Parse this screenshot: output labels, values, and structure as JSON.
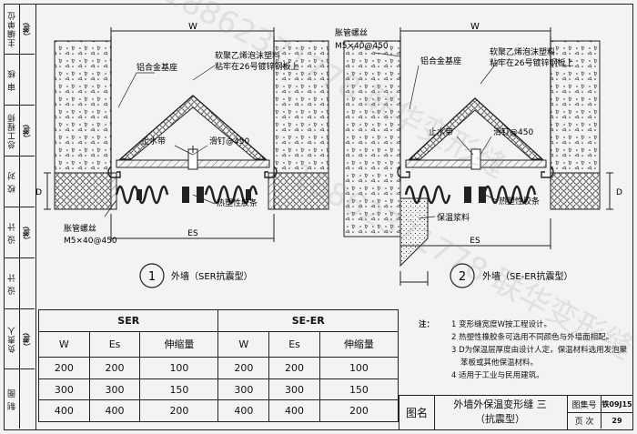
{
  "side_block": [
    {
      "label": "主编单位",
      "sign": "（签）"
    },
    {
      "label": "审 核",
      "sign": ""
    },
    {
      "label": "总工程师",
      "sign": "（签）"
    },
    {
      "label": "校 对",
      "sign": ""
    },
    {
      "label": "设 计",
      "sign": "（签）"
    },
    {
      "label": "设 计",
      "sign": ""
    },
    {
      "label": "负责人",
      "sign": "（签）"
    },
    {
      "label": "制 图",
      "sign": ""
    }
  ],
  "detail1": {
    "number": "1",
    "caption": "外墙（SER抗震型）",
    "labels": {
      "w": "W",
      "d": "D",
      "es": "ES",
      "base": "铝合金基座",
      "foam1": "软聚乙烯泡沫塑料",
      "foam2": "粘牢在26号镀锌钢板上",
      "waterstop": "止水带",
      "nail": "滑钉@450",
      "rubber": "热塑性胶条",
      "bolt1": "胀管螺丝",
      "bolt2": "M5×40@450"
    }
  },
  "detail2": {
    "number": "2",
    "caption": "外墙（SE-ER抗震型）",
    "labels": {
      "w": "W",
      "d": "D",
      "es": "ES",
      "bolt1": "胀管螺丝",
      "bolt2": "M5×40@450",
      "base": "铝合金基座",
      "foam1": "软聚乙烯泡沫塑料",
      "foam2": "粘牢在26号镀锌钢板上",
      "waterstop": "止水带",
      "nail": "滑钉@450",
      "plaster": "保温浆料",
      "rubber": "热塑性胶条"
    }
  },
  "spec_table": {
    "groups": [
      "SER",
      "SE-ER"
    ],
    "columns": [
      "W",
      "Es",
      "伸缩量",
      "W",
      "Es",
      "伸缩量"
    ],
    "rows": [
      [
        "200",
        "200",
        "100",
        "200",
        "200",
        "100"
      ],
      [
        "300",
        "300",
        "150",
        "300",
        "300",
        "150"
      ],
      [
        "400",
        "400",
        "200",
        "400",
        "400",
        "200"
      ]
    ]
  },
  "notes": {
    "label": "注：",
    "items": [
      "1 变形缝宽度W按工程设计。",
      "2 热塑性橡胶条可选用不同颜色与外墙面相配。",
      "3 D为保温层厚度由设计人定，保温材料选用发泡聚苯板或其他保温材料。",
      "4 适用于工业与民用建筑。"
    ]
  },
  "title_block": {
    "label": "图名",
    "title_line1": "外墙外保温变形缝 三",
    "title_line2": "（抗震型）",
    "atlas_label": "图集号",
    "atlas_value": "铁09J15",
    "page_label": "页 次",
    "page_value": "29"
  },
  "watermark": "18862371778 联华变形缝"
}
